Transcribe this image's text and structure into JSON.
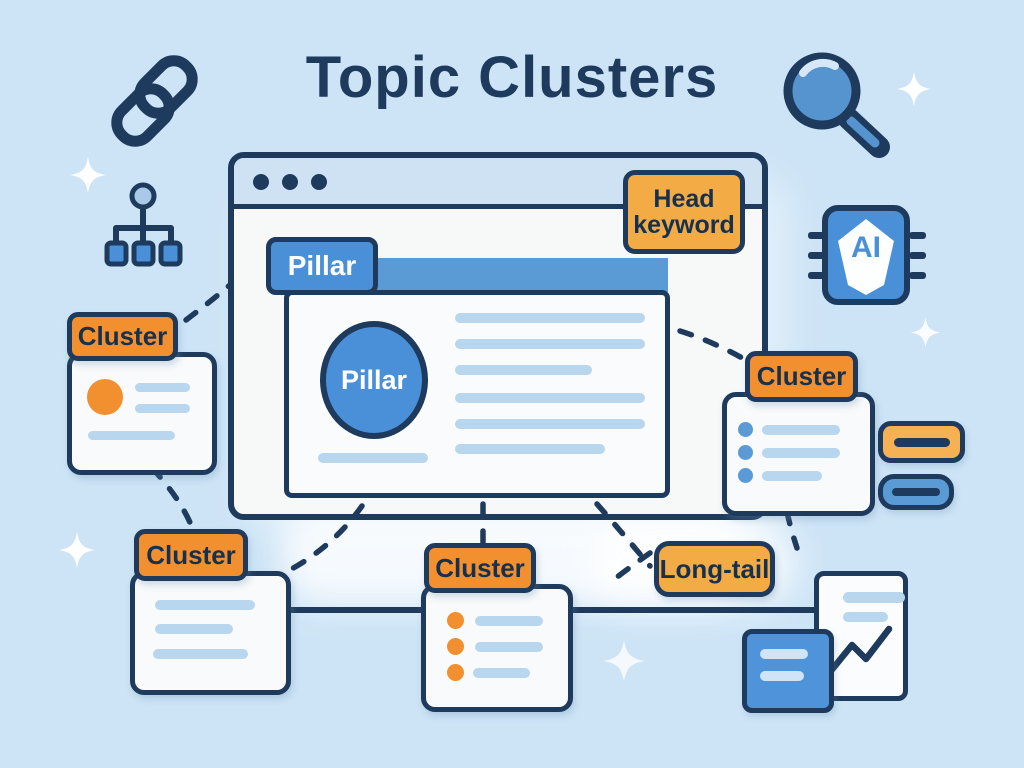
{
  "title": "Topic Clusters",
  "browser": {
    "pillar_tab": "Pillar",
    "pillar_circle": "Pillar",
    "head_keyword": {
      "line1": "Head",
      "line2": "keyword"
    }
  },
  "cards": {
    "left": {
      "label": "Cluster"
    },
    "bottom_left": {
      "label": "Cluster"
    },
    "bottom_center": {
      "label": "Cluster"
    },
    "right": {
      "label": "Cluster"
    }
  },
  "long_tail": {
    "label": "Long-tail"
  },
  "ai_chip": {
    "label": "AI"
  },
  "icons": [
    "link-icon",
    "sitemap-icon",
    "search-icon",
    "ai-chip-icon",
    "sparkle-icon",
    "document-chart-icon",
    "note-card-icon",
    "window-dots-icon"
  ],
  "colors": {
    "background": "#cde4f6",
    "navy": "#1e3a5c",
    "blue": "#4a90d8",
    "toolbar_blue": "#5b9bd5",
    "light_line": "#b9d6ef",
    "orange": "#f28f2e",
    "amber": "#f3ab45",
    "card_white": "#f8fafb"
  }
}
